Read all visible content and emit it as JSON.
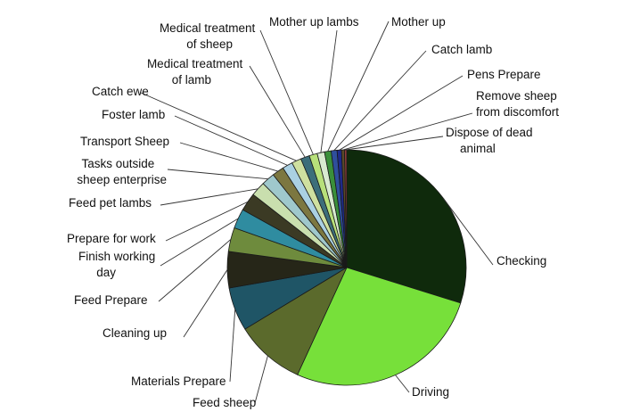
{
  "chart_data": {
    "type": "pie",
    "title": "",
    "start_angle_deg": 0,
    "direction": "clockwise",
    "slices": [
      {
        "label": "Checking",
        "value": 30.0,
        "color": "#0f2a0c"
      },
      {
        "label": "Driving",
        "value": 27.0,
        "color": "#77e03a"
      },
      {
        "label": "Feed sheep",
        "value": 9.5,
        "color": "#5b6a2c"
      },
      {
        "label": "Materials Prepare",
        "value": 6.0,
        "color": "#1f5566"
      },
      {
        "label": "Cleaning up",
        "value": 5.0,
        "color": "#262618"
      },
      {
        "label": "Feed Prepare",
        "value": 3.3,
        "color": "#6e8b3d"
      },
      {
        "label": "Finish working day",
        "value": 2.7,
        "color": "#2f8ca0"
      },
      {
        "label": "Prepare for work",
        "value": 2.5,
        "color": "#3b3a24"
      },
      {
        "label": "Feed pet lambs",
        "value": 2.0,
        "color": "#c9dfae"
      },
      {
        "label": "Tasks outside sheep enterprise",
        "value": 1.8,
        "color": "#9fc8cc"
      },
      {
        "label": "Transport Sheep",
        "value": 1.6,
        "color": "#7c7740"
      },
      {
        "label": "Foster lamb",
        "value": 1.4,
        "color": "#aad0e2"
      },
      {
        "label": "Catch ewe",
        "value": 1.3,
        "color": "#cfe0a0"
      },
      {
        "label": "Medical treatment of lamb",
        "value": 1.2,
        "color": "#3c6e7a"
      },
      {
        "label": "Medical treatment of sheep",
        "value": 1.1,
        "color": "#b7e07a"
      },
      {
        "label": "Mother up lambs",
        "value": 1.0,
        "color": "#d8ead0"
      },
      {
        "label": "Mother up",
        "value": 0.9,
        "color": "#3a8f3a"
      },
      {
        "label": "Catch lamb",
        "value": 0.8,
        "color": "#2f4f9c"
      },
      {
        "label": "Pens Prepare",
        "value": 0.6,
        "color": "#1e2a8a"
      },
      {
        "label": "Remove sheep from discomfort",
        "value": 0.4,
        "color": "#5a4a2a"
      },
      {
        "label": "Dispose of dead animal",
        "value": 0.3,
        "color": "#8e3b3b"
      }
    ]
  }
}
